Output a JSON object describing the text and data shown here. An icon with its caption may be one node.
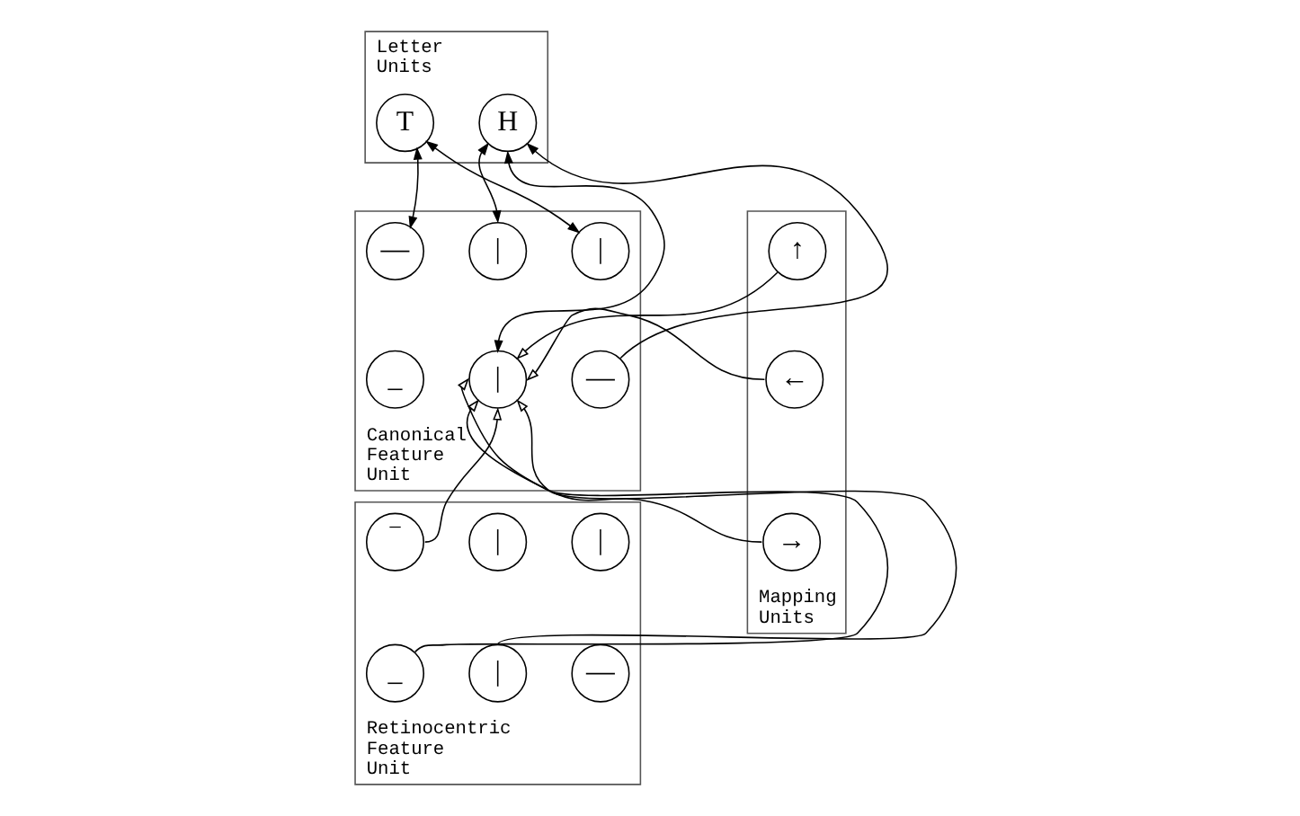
{
  "diagram": {
    "nodes": [
      {
        "text": [
          "Letter Units"
        ]
      },
      {
        "text": [
          "T"
        ],
        "in": 0
      },
      {
        "text": [
          "H"
        ],
        "in": 0
      },
      {
        "text": [
          "Canonical Feature Unit"
        ]
      },
      {
        "text": [
          "—"
        ],
        "in": 3
      },
      {
        "text": [
          "|"
        ],
        "in": 3
      },
      {
        "text": [
          "|"
        ],
        "in": 3
      },
      {
        "text": [
          "_"
        ],
        "in": 3
      },
      {
        "text": [
          "|"
        ],
        "in": 3
      },
      {
        "text": [
          "—"
        ],
        "in": 3
      },
      {
        "text": [
          "Mapping Units"
        ]
      },
      {
        "text": [
          "↑"
        ],
        "in": 10
      },
      {
        "text": [
          "←"
        ],
        "in": 10
      },
      {
        "text": [
          "→"
        ],
        "in": 10
      },
      {
        "text": [
          "Retinocentric Feature Unit"
        ]
      },
      {
        "text": [
          "‾"
        ],
        "in": 14
      },
      {
        "text": [
          "|"
        ],
        "in": 14
      },
      {
        "text": [
          "|"
        ],
        "in": 14
      },
      {
        "text": [
          "_"
        ],
        "in": 14
      },
      {
        "text": [
          "|"
        ],
        "in": 14
      },
      {
        "text": [
          "—"
        ],
        "in": 14
      }
    ],
    "edges": [
      {
        "from": 1,
        "to": 4,
        "arrow": "both"
      },
      {
        "from": 1,
        "to": 6,
        "arrow": "both"
      },
      {
        "from": 2,
        "to": 5,
        "arrow": "both"
      },
      {
        "from": 2,
        "to": 8,
        "arrow": "both"
      },
      {
        "from": 9,
        "to": 2,
        "arrow": "to"
      },
      {
        "from": 15,
        "to": 8,
        "arrow": "to"
      },
      {
        "from": 18,
        "to": 8,
        "arrow": "to"
      },
      {
        "from": 19,
        "to": 8,
        "arrow": "to"
      },
      {
        "from": 11,
        "to": 8,
        "arrow": "to"
      },
      {
        "from": 12,
        "to": 8,
        "arrow": "to"
      },
      {
        "from": 13,
        "to": 8,
        "arrow": "to"
      }
    ]
  }
}
